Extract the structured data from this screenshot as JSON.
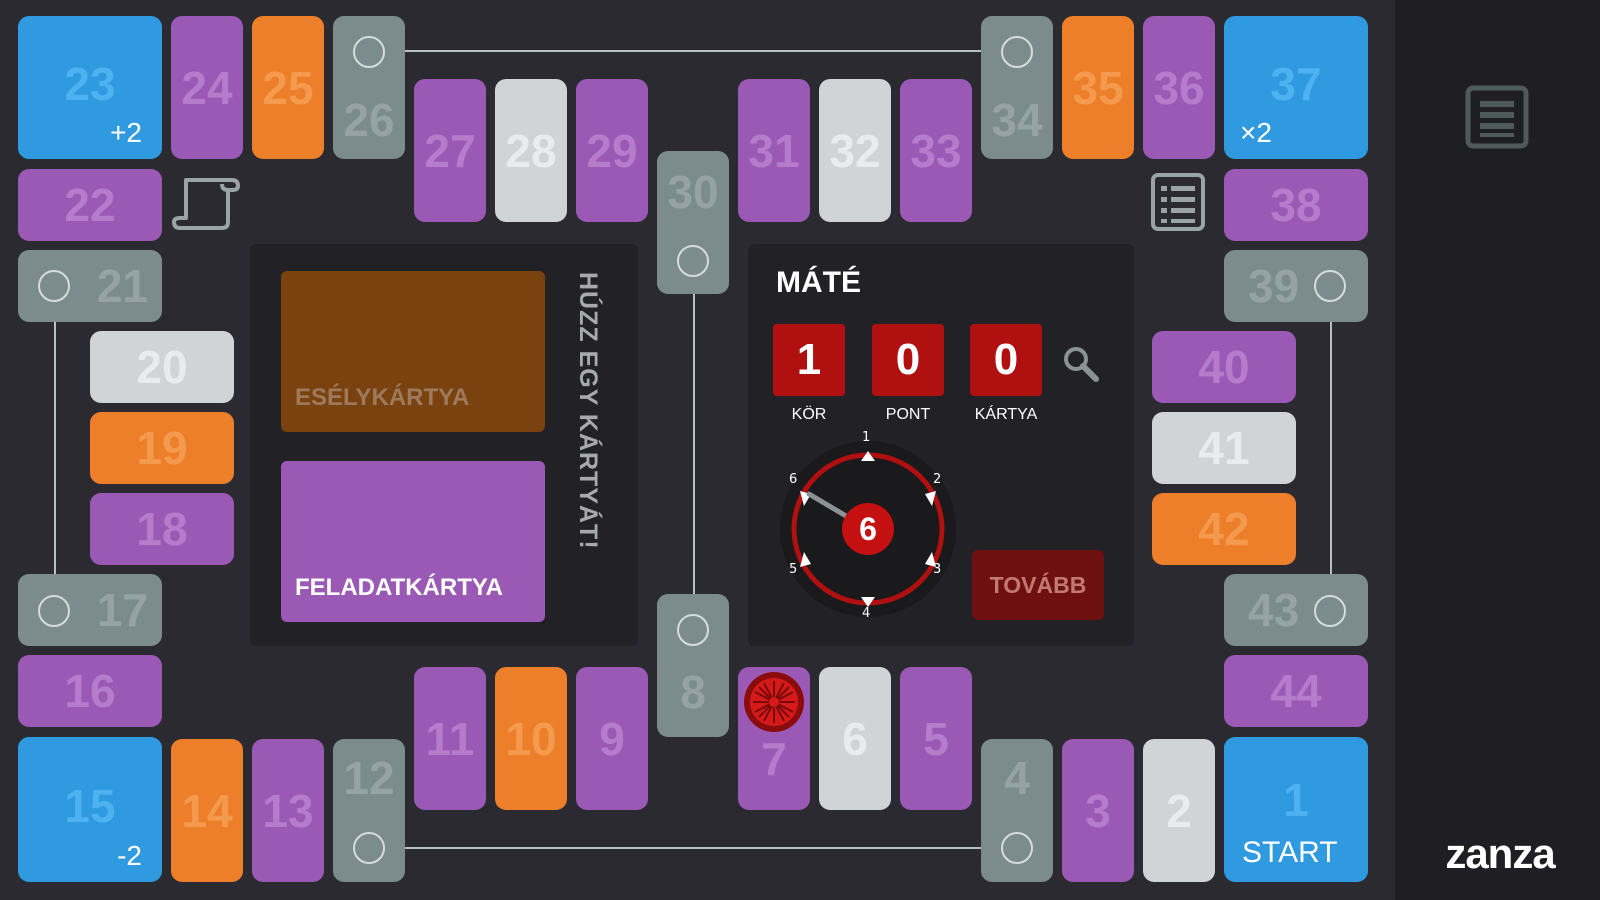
{
  "board": {
    "tiles": {
      "t1": {
        "num": "1",
        "label": "START"
      },
      "t2": {
        "num": "2"
      },
      "t3": {
        "num": "3"
      },
      "t4": {
        "num": "4"
      },
      "t5": {
        "num": "5"
      },
      "t6": {
        "num": "6"
      },
      "t7": {
        "num": "7"
      },
      "t8": {
        "num": "8"
      },
      "t9": {
        "num": "9"
      },
      "t10": {
        "num": "10"
      },
      "t11": {
        "num": "11"
      },
      "t12": {
        "num": "12"
      },
      "t13": {
        "num": "13"
      },
      "t14": {
        "num": "14"
      },
      "t15": {
        "num": "15",
        "bonus": "-2"
      },
      "t16": {
        "num": "16"
      },
      "t17": {
        "num": "17"
      },
      "t18": {
        "num": "18"
      },
      "t19": {
        "num": "19"
      },
      "t20": {
        "num": "20"
      },
      "t21": {
        "num": "21"
      },
      "t22": {
        "num": "22"
      },
      "t23": {
        "num": "23",
        "bonus": "+2"
      },
      "t24": {
        "num": "24"
      },
      "t25": {
        "num": "25"
      },
      "t26": {
        "num": "26"
      },
      "t27": {
        "num": "27"
      },
      "t28": {
        "num": "28"
      },
      "t29": {
        "num": "29"
      },
      "t30": {
        "num": "30"
      },
      "t31": {
        "num": "31"
      },
      "t32": {
        "num": "32"
      },
      "t33": {
        "num": "33"
      },
      "t34": {
        "num": "34"
      },
      "t35": {
        "num": "35"
      },
      "t36": {
        "num": "36"
      },
      "t37": {
        "num": "37",
        "bonus": "×2"
      },
      "t38": {
        "num": "38"
      },
      "t39": {
        "num": "39"
      },
      "t40": {
        "num": "40"
      },
      "t41": {
        "num": "41"
      },
      "t42": {
        "num": "42"
      },
      "t43": {
        "num": "43"
      },
      "t44": {
        "num": "44"
      }
    },
    "player_token_tile": "7",
    "icons": {
      "scroll": "scroll-icon",
      "list": "list-icon"
    }
  },
  "cards": {
    "chance_label": "ESÉLYKÁRTYA",
    "task_label": "FELADATKÁRTYA",
    "instruction": "HÚZZ EGY KÁRTYÁT!"
  },
  "player": {
    "name": "MÁTÉ",
    "round_value": "1",
    "round_label": "KÖR",
    "points_value": "0",
    "points_label": "PONT",
    "cards_value": "0",
    "cards_label": "KÁRTYA",
    "search_icon": "search-icon"
  },
  "dice": {
    "value": "6",
    "labels": {
      "d1": "1",
      "d2": "2",
      "d3": "3",
      "d4": "4",
      "d5": "5",
      "d6": "6"
    }
  },
  "next_button": "TOVÁBB",
  "sidebar": {
    "menu_icon": "menu-icon",
    "logo": "zanza"
  },
  "colors": {
    "purple": "#9b59b6",
    "orange": "#ed7f2a",
    "gray": "#7c8c8d",
    "light": "#d0d4d6",
    "blue": "#2f9ae0",
    "red": "#b01010",
    "chance_card": "#7a420f",
    "task_card": "#9b59b6"
  }
}
